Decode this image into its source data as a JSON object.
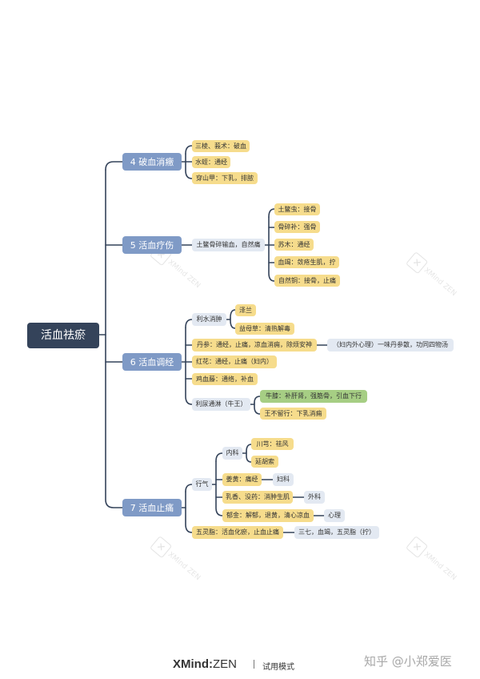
{
  "watermark": {
    "text": "XMind ZEN",
    "icon": "xmind-x-icon"
  },
  "root": "活血祛瘀",
  "groups": [
    {
      "label": "4 破血消癥",
      "items": [
        "三棱、莪术：破血",
        "水蛭：通经",
        "穿山甲：下乳，排脓"
      ]
    },
    {
      "label": "5 活血疗伤",
      "sub": "土鳖骨碎输血，自然痛",
      "items": [
        "土鳖虫：接骨",
        "骨碎补：强骨",
        "苏木：通经",
        "血竭：敛疮生肌，拧",
        "自然铜：接骨，止痛"
      ]
    },
    {
      "label": "6 活血调经",
      "lishui": "利水消肿",
      "lishui_items": [
        "泽兰",
        "益母草：清热解毒"
      ],
      "danshen": "丹参：通经，止痛，凉血消痈，除烦安神",
      "danshen_note": "（妇内外心理）一味丹参散，功同四物汤",
      "honghua": "红花：通经，止痛（妇内）",
      "jixueteng": "鸡血藤：通络，补血",
      "liniao": "利尿通淋（牛王）",
      "niuxi": "牛膝：补肝肾，强筋骨，引血下行",
      "wangbuliu": "王不留行：下乳消痈"
    },
    {
      "label": "7 活血止痛",
      "xingqi": "行气",
      "neike": "内科",
      "chuanxiong": "川芎：祛风",
      "yanhusuo": "延胡索",
      "jianghuang": "姜黄：痛经",
      "fuke": "妇科",
      "ruxiang": "乳香、没药：消肿生肌",
      "waike": "外科",
      "yujin": "郁金：解郁，退黄，清心凉血",
      "xinli": "心理",
      "wulingzhi": "五灵脂：活血化瘀，止血止痛",
      "wulingzhi_note": "三七，血竭，五灵脂（拧）"
    }
  ],
  "footer": {
    "brand_bold": "XMind",
    "brand_sep": ":",
    "brand_rest": "ZEN",
    "mode": "试用模式",
    "credit": "知乎 @小郑爱医"
  },
  "colors": {
    "root": "#34435a",
    "level1": "#7f9ac6",
    "yellow": "#f6dc8c",
    "lightblue": "#e3e9f2",
    "green": "#a6ce84",
    "line": "#34435a"
  }
}
